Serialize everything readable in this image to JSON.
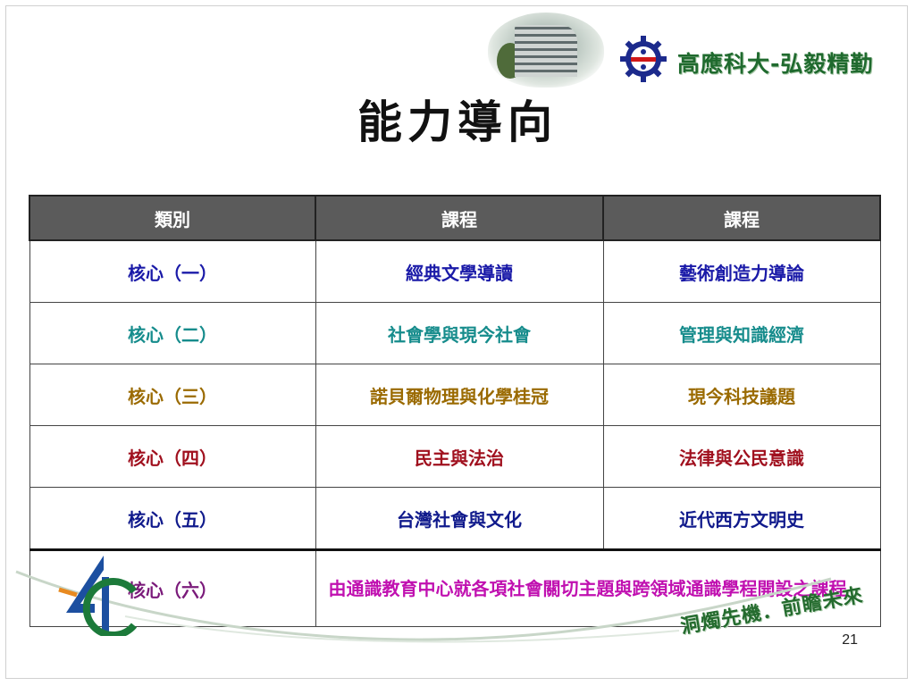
{
  "header": {
    "brand_text": "高應科大-弘毅精勤",
    "title": "能力導向"
  },
  "table": {
    "headers": [
      "類別",
      "課程",
      "課程"
    ],
    "rows": [
      {
        "category": "核心（一）",
        "course1": "經典文學導讀",
        "course2": "藝術創造力導論",
        "color": "#1a1aa8"
      },
      {
        "category": "核心（二）",
        "course1": "社會學與現今社會",
        "course2": "管理與知識經濟",
        "color": "#168c8c"
      },
      {
        "category": "核心（三）",
        "course1": "諾貝爾物理與化學桂冠",
        "course2": "現今科技議題",
        "color": "#9a6a00"
      },
      {
        "category": "核心（四）",
        "course1": "民主與法治",
        "course2": "法律與公民意識",
        "color": "#a0101e"
      },
      {
        "category": "核心（五）",
        "course1": "台灣社會與文化",
        "course2": "近代西方文明史",
        "color": "#101a8c"
      }
    ],
    "last_row": {
      "category": "核心（六）",
      "category_color": "#7a1a7a",
      "description": "由通識教育中心就各項社會關切主題與跨領域通識學程開設之課程",
      "description_color": "#c010b0"
    }
  },
  "footer": {
    "slogan": "洞燭先機．前瞻未來",
    "page_number": "21"
  }
}
